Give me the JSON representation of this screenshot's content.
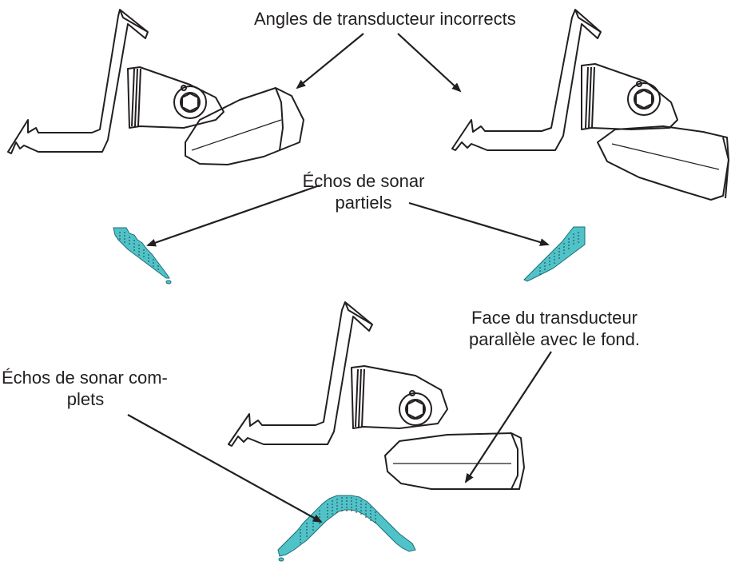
{
  "labels": {
    "incorrect_angles": "Angles de transducteur incorrects",
    "partial_echoes_line1": "Échos de sonar",
    "partial_echoes_line2": "partiels",
    "face_parallel_line1": "Face du transducteur",
    "face_parallel_line2": "parallèle avec le fond.",
    "complete_echoes_line1": "Échos de sonar com-",
    "complete_echoes_line2": "plets"
  },
  "colors": {
    "line": "#231f20",
    "echo_fill": "#4fc3c8",
    "echo_stroke": "#1f6e75",
    "background": "#ffffff"
  }
}
